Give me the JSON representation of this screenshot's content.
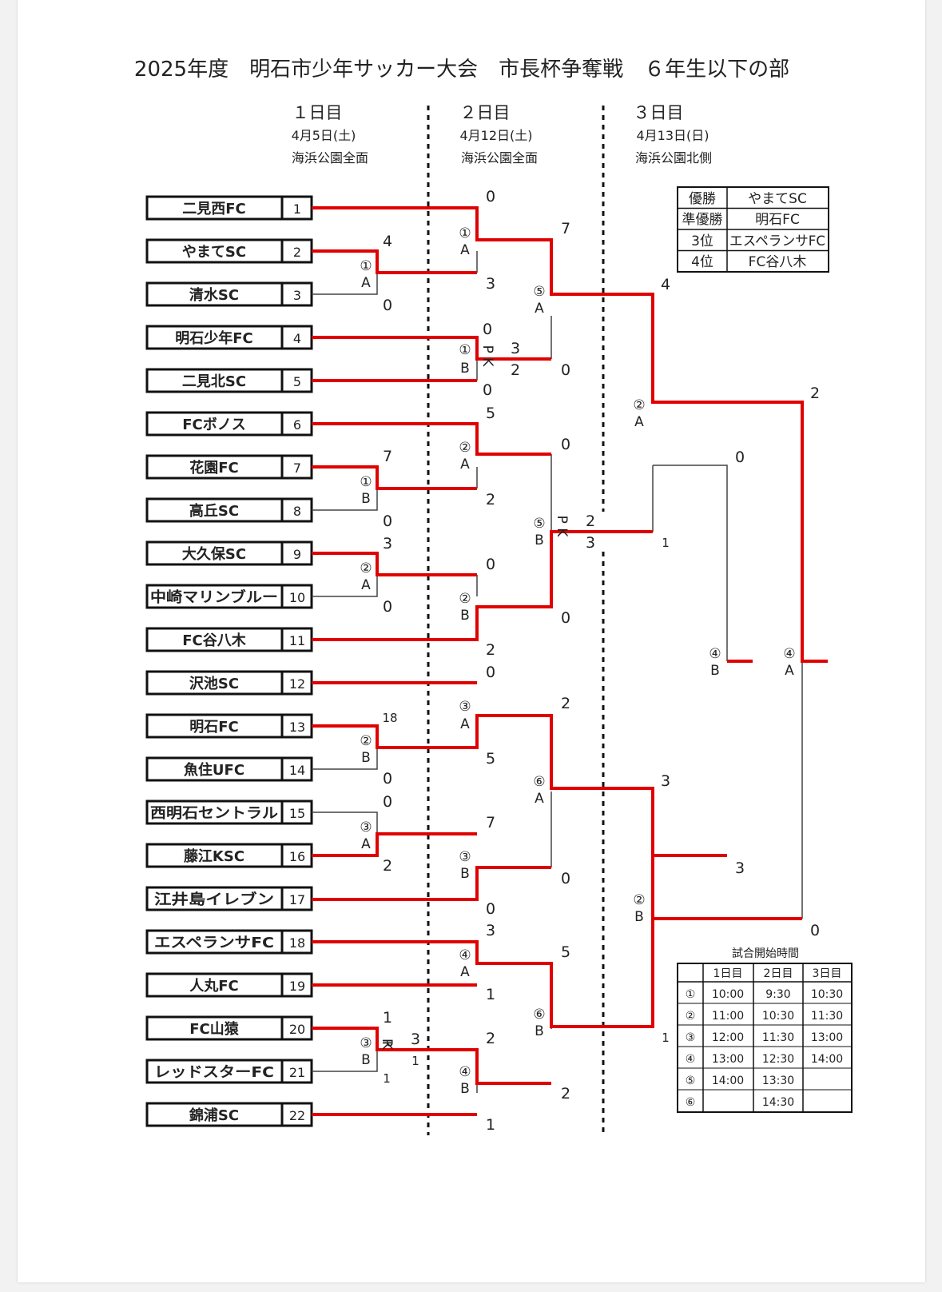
{
  "title": "2025年度　明石市少年サッカー大会　市長杯争奪戦　６年生以下の部",
  "days": [
    {
      "label": "１日目",
      "date": "4月5日(土)",
      "venue": "海浜公園全面"
    },
    {
      "label": "２日目",
      "date": "4月12日(土)",
      "venue": "海浜公園全面"
    },
    {
      "label": "３日目",
      "date": "4月13日(日)",
      "venue": "海浜公園北側"
    }
  ],
  "teams": [
    {
      "name": "二見西FC",
      "seed": "1"
    },
    {
      "name": "やまてSC",
      "seed": "2"
    },
    {
      "name": "清水SC",
      "seed": "3"
    },
    {
      "name": "明石少年FC",
      "seed": "4"
    },
    {
      "name": "二見北SC",
      "seed": "5"
    },
    {
      "name": "FCボノス",
      "seed": "6"
    },
    {
      "name": "花園FC",
      "seed": "7"
    },
    {
      "name": "高丘SC",
      "seed": "8"
    },
    {
      "name": "大久保SC",
      "seed": "9"
    },
    {
      "name": "中崎マリンブルー",
      "seed": "10"
    },
    {
      "name": "FC谷八木",
      "seed": "11"
    },
    {
      "name": "沢池SC",
      "seed": "12"
    },
    {
      "name": "明石FC",
      "seed": "13"
    },
    {
      "name": "魚住UFC",
      "seed": "14"
    },
    {
      "name": "西明石セントラル",
      "seed": "15"
    },
    {
      "name": "藤江KSC",
      "seed": "16"
    },
    {
      "name": "江井島イレブン",
      "seed": "17"
    },
    {
      "name": "エスペランサFC",
      "seed": "18"
    },
    {
      "name": "人丸FC",
      "seed": "19"
    },
    {
      "name": "FC山猿",
      "seed": "20"
    },
    {
      "name": "レッドスターFC",
      "seed": "21"
    },
    {
      "name": "錦浦SC",
      "seed": "22"
    }
  ],
  "matches": [
    {
      "id": "d1-1A",
      "num": "①",
      "court": "A",
      "top": "4",
      "bottom": "0"
    },
    {
      "id": "d1-1B",
      "num": "①",
      "court": "B",
      "top": "7",
      "bottom": "0"
    },
    {
      "id": "d1-2A",
      "num": "②",
      "court": "A",
      "top": "3",
      "bottom": "0"
    },
    {
      "id": "d1-2B",
      "num": "②",
      "court": "B",
      "top": "18",
      "bottom": "0"
    },
    {
      "id": "d1-3A",
      "num": "③",
      "court": "A",
      "top": "0",
      "bottom": "2"
    },
    {
      "id": "d1-3B",
      "num": "③",
      "court": "B",
      "top": "1",
      "bottom": "1",
      "pk": "P K",
      "pk_top": "3",
      "pk_bottom": "1"
    },
    {
      "id": "d2-1A",
      "num": "①",
      "court": "A",
      "top": "0",
      "bottom": "3"
    },
    {
      "id": "d2-1B",
      "num": "①",
      "court": "B",
      "top": "0",
      "bottom": "0",
      "pk": "P K",
      "pk_top": "3",
      "pk_bottom": "2"
    },
    {
      "id": "d2-2A",
      "num": "②",
      "court": "A",
      "top": "5",
      "bottom": "2"
    },
    {
      "id": "d2-2B",
      "num": "②",
      "court": "B",
      "top": "0",
      "bottom": "2"
    },
    {
      "id": "d2-3A",
      "num": "③",
      "court": "A",
      "top": "0",
      "bottom": "5"
    },
    {
      "id": "d2-3B",
      "num": "③",
      "court": "B",
      "top": "7",
      "bottom": "0"
    },
    {
      "id": "d2-4A",
      "num": "④",
      "court": "A",
      "top": "3",
      "bottom": "1"
    },
    {
      "id": "d2-4B",
      "num": "④",
      "court": "B",
      "top": "2",
      "bottom": "1"
    },
    {
      "id": "d2-5A",
      "num": "⑤",
      "court": "A",
      "top": "7",
      "bottom": "0"
    },
    {
      "id": "d2-5B",
      "num": "⑤",
      "court": "B",
      "top": "0",
      "bottom": "0",
      "pk": "P K",
      "pk_top": "2",
      "pk_bottom": "3"
    },
    {
      "id": "d2-6A",
      "num": "⑥",
      "court": "A",
      "top": "2",
      "bottom": "0"
    },
    {
      "id": "d2-6B",
      "num": "⑥",
      "court": "B",
      "top": "5",
      "bottom": "2"
    },
    {
      "id": "d3-2A",
      "num": "②",
      "court": "A",
      "top": "4",
      "bottom": "1"
    },
    {
      "id": "d3-2B",
      "num": "②",
      "court": "B",
      "top": "3",
      "bottom": "1"
    },
    {
      "id": "d3-4B",
      "num": "④",
      "court": "B",
      "top": "0",
      "bottom": "3"
    },
    {
      "id": "d3-4A",
      "num": "④",
      "court": "A",
      "top": "2",
      "bottom": "0"
    }
  ],
  "results": [
    {
      "rank": "優勝",
      "team": "やまてSC"
    },
    {
      "rank": "準優勝",
      "team": "明石FC"
    },
    {
      "rank": "3位",
      "team": "エスペランサFC"
    },
    {
      "rank": "4位",
      "team": "FC谷八木"
    }
  ],
  "schedule": {
    "title": "試合開始時間",
    "headers": [
      "",
      "1日目",
      "2日目",
      "3日目"
    ],
    "rows": [
      [
        "①",
        "10:00",
        "9:30",
        "10:30"
      ],
      [
        "②",
        "11:00",
        "10:30",
        "11:30"
      ],
      [
        "③",
        "12:00",
        "11:30",
        "13:00"
      ],
      [
        "④",
        "13:00",
        "12:30",
        "14:00"
      ],
      [
        "⑤",
        "14:00",
        "13:30",
        ""
      ],
      [
        "⑥",
        "",
        "14:30",
        ""
      ]
    ]
  },
  "colors": {
    "win_line": "#e00000",
    "line": "#444444",
    "box": "#111111"
  }
}
